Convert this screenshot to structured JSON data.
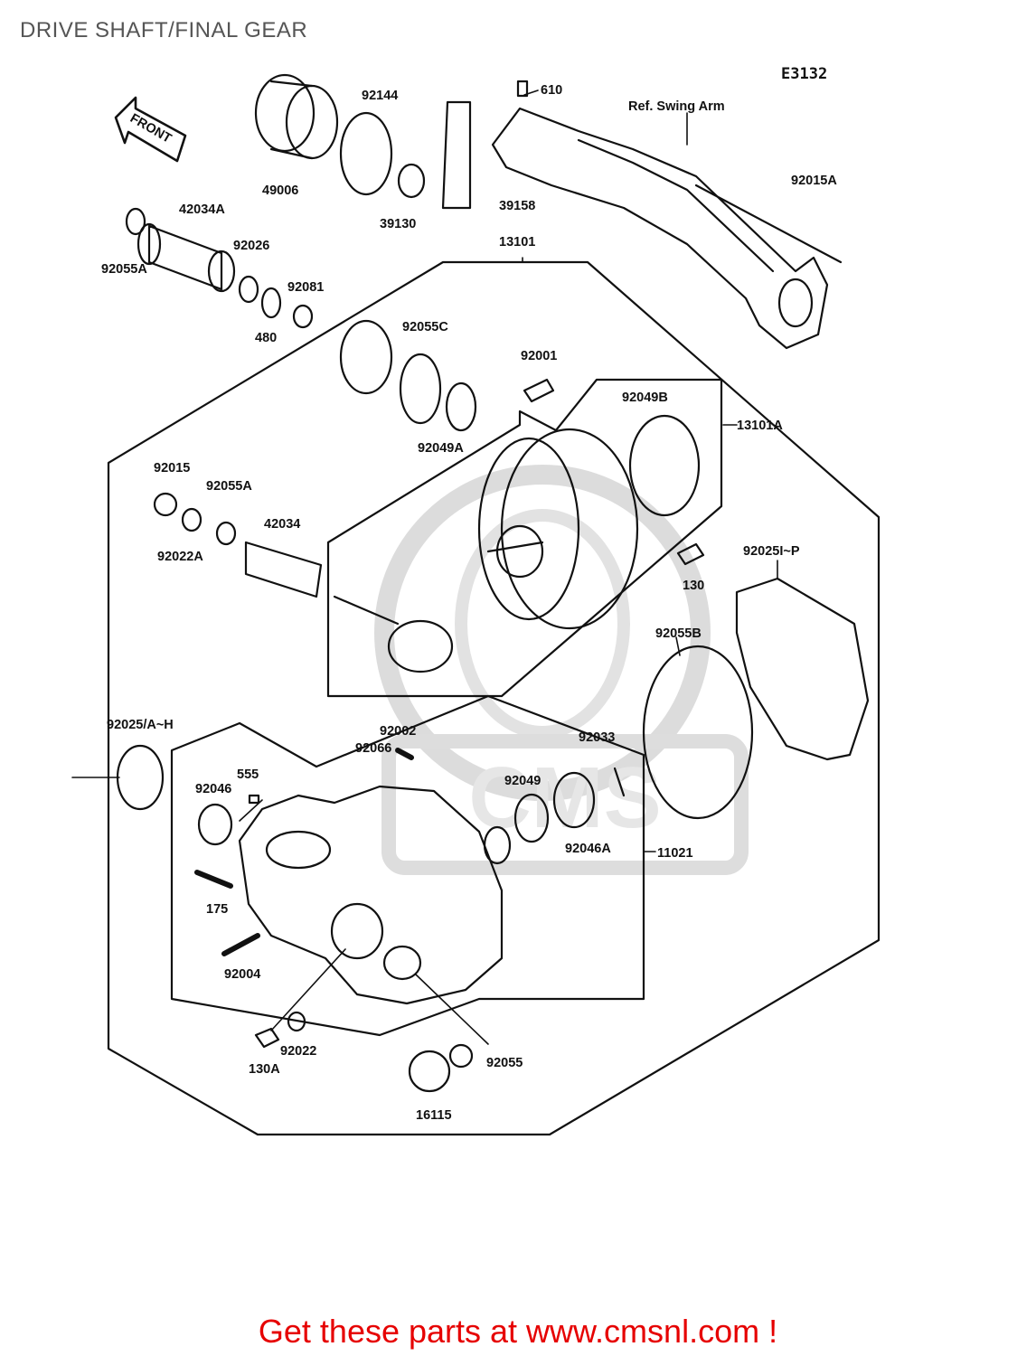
{
  "title": "DRIVE SHAFT/FINAL GEAR",
  "drawing_code": "E3132",
  "front_arrow_label": "FRONT",
  "ref_label": "Ref. Swing Arm",
  "part_labels": [
    {
      "id": "p610",
      "text": "610"
    },
    {
      "id": "p92144",
      "text": "92144"
    },
    {
      "id": "p49006",
      "text": "49006"
    },
    {
      "id": "p39130",
      "text": "39130"
    },
    {
      "id": "p39158",
      "text": "39158"
    },
    {
      "id": "p92015A",
      "text": "92015A"
    },
    {
      "id": "p42034A",
      "text": "42034A"
    },
    {
      "id": "p92055A_top",
      "text": "92055A"
    },
    {
      "id": "p92026",
      "text": "92026"
    },
    {
      "id": "p92081",
      "text": "92081"
    },
    {
      "id": "p480",
      "text": "480"
    },
    {
      "id": "p13101",
      "text": "13101"
    },
    {
      "id": "p92055C",
      "text": "92055C"
    },
    {
      "id": "p92001",
      "text": "92001"
    },
    {
      "id": "p92049A",
      "text": "92049A"
    },
    {
      "id": "p92049B",
      "text": "92049B"
    },
    {
      "id": "p13101A",
      "text": "13101A"
    },
    {
      "id": "p92015",
      "text": "92015"
    },
    {
      "id": "p92055A_mid",
      "text": "92055A"
    },
    {
      "id": "p42034",
      "text": "42034"
    },
    {
      "id": "p92022A",
      "text": "92022A"
    },
    {
      "id": "p130",
      "text": "130"
    },
    {
      "id": "p92025IP",
      "text": "92025I~P"
    },
    {
      "id": "p92055B",
      "text": "92055B"
    },
    {
      "id": "p92025AH",
      "text": "92025/A~H"
    },
    {
      "id": "p92002",
      "text": "92002"
    },
    {
      "id": "p92066",
      "text": "92066"
    },
    {
      "id": "p92033",
      "text": "92033"
    },
    {
      "id": "p555",
      "text": "555"
    },
    {
      "id": "p92046",
      "text": "92046"
    },
    {
      "id": "p92049",
      "text": "92049"
    },
    {
      "id": "p92046A",
      "text": "92046A"
    },
    {
      "id": "p11021",
      "text": "11021"
    },
    {
      "id": "p175",
      "text": "175"
    },
    {
      "id": "p92004",
      "text": "92004"
    },
    {
      "id": "p92022",
      "text": "92022"
    },
    {
      "id": "p130A",
      "text": "130A"
    },
    {
      "id": "p92055",
      "text": "92055"
    },
    {
      "id": "p16115",
      "text": "16115"
    }
  ],
  "footer": "Get these parts at www.cmsnl.com !",
  "colors": {
    "ink": "#111111",
    "footer": "#e60000",
    "title": "#555555",
    "watermark": "#d8d8d8"
  }
}
